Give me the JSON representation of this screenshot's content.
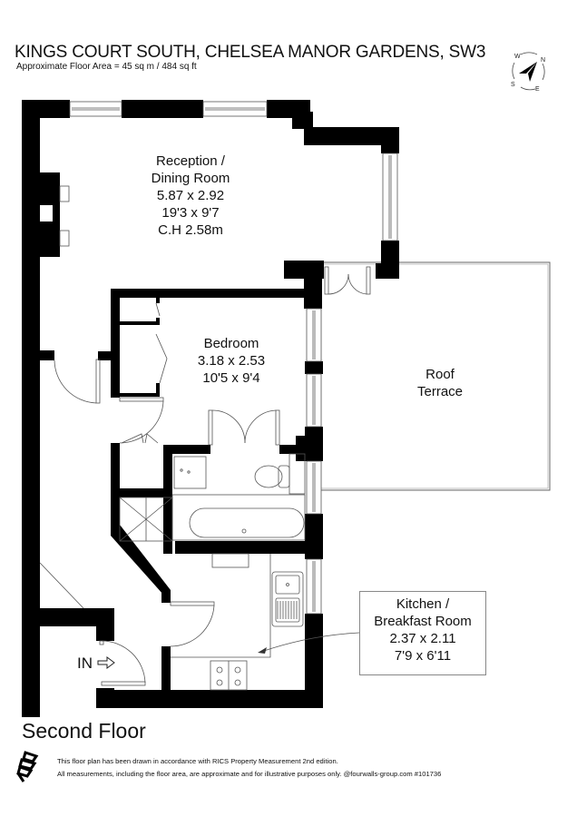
{
  "header": {
    "title": "KINGS COURT SOUTH, CHELSEA MANOR GARDENS, SW3",
    "subtitle": "Approximate Floor Area = 45 sq m / 484 sq ft"
  },
  "compass": {
    "icon": "compass-icon",
    "directions": {
      "n": "N",
      "e": "E",
      "s": "S",
      "w": "W"
    }
  },
  "rooms": {
    "reception": {
      "name_line1": "Reception /",
      "name_line2": "Dining Room",
      "metric": "5.87 x 2.92",
      "imperial": "19'3 x 9'7",
      "ceiling": "C.H 2.58m"
    },
    "bedroom": {
      "name": "Bedroom",
      "metric": "3.18 x 2.53",
      "imperial": "10'5 x 9'4"
    },
    "roof_terrace": {
      "name_line1": "Roof",
      "name_line2": "Terrace"
    },
    "kitchen": {
      "name_line1": "Kitchen /",
      "name_line2": "Breakfast Room",
      "metric": "2.37 x 2.11",
      "imperial": "7'9 x 6'11"
    }
  },
  "entrance": {
    "label": "IN",
    "icon": "entrance-arrow-icon"
  },
  "floor": {
    "name": "Second Floor"
  },
  "footer": {
    "logo": "fourwalls-logo-icon",
    "line1": "This floor plan has been drawn in accordance with RICS Property Measurement 2nd edition.",
    "line2": "All measurements, including the floor area, are approximate and for illustrative purposes only. @fourwalls-group.com #101736"
  },
  "colors": {
    "wall": "#000000",
    "line": "#555555",
    "background": "#ffffff"
  }
}
